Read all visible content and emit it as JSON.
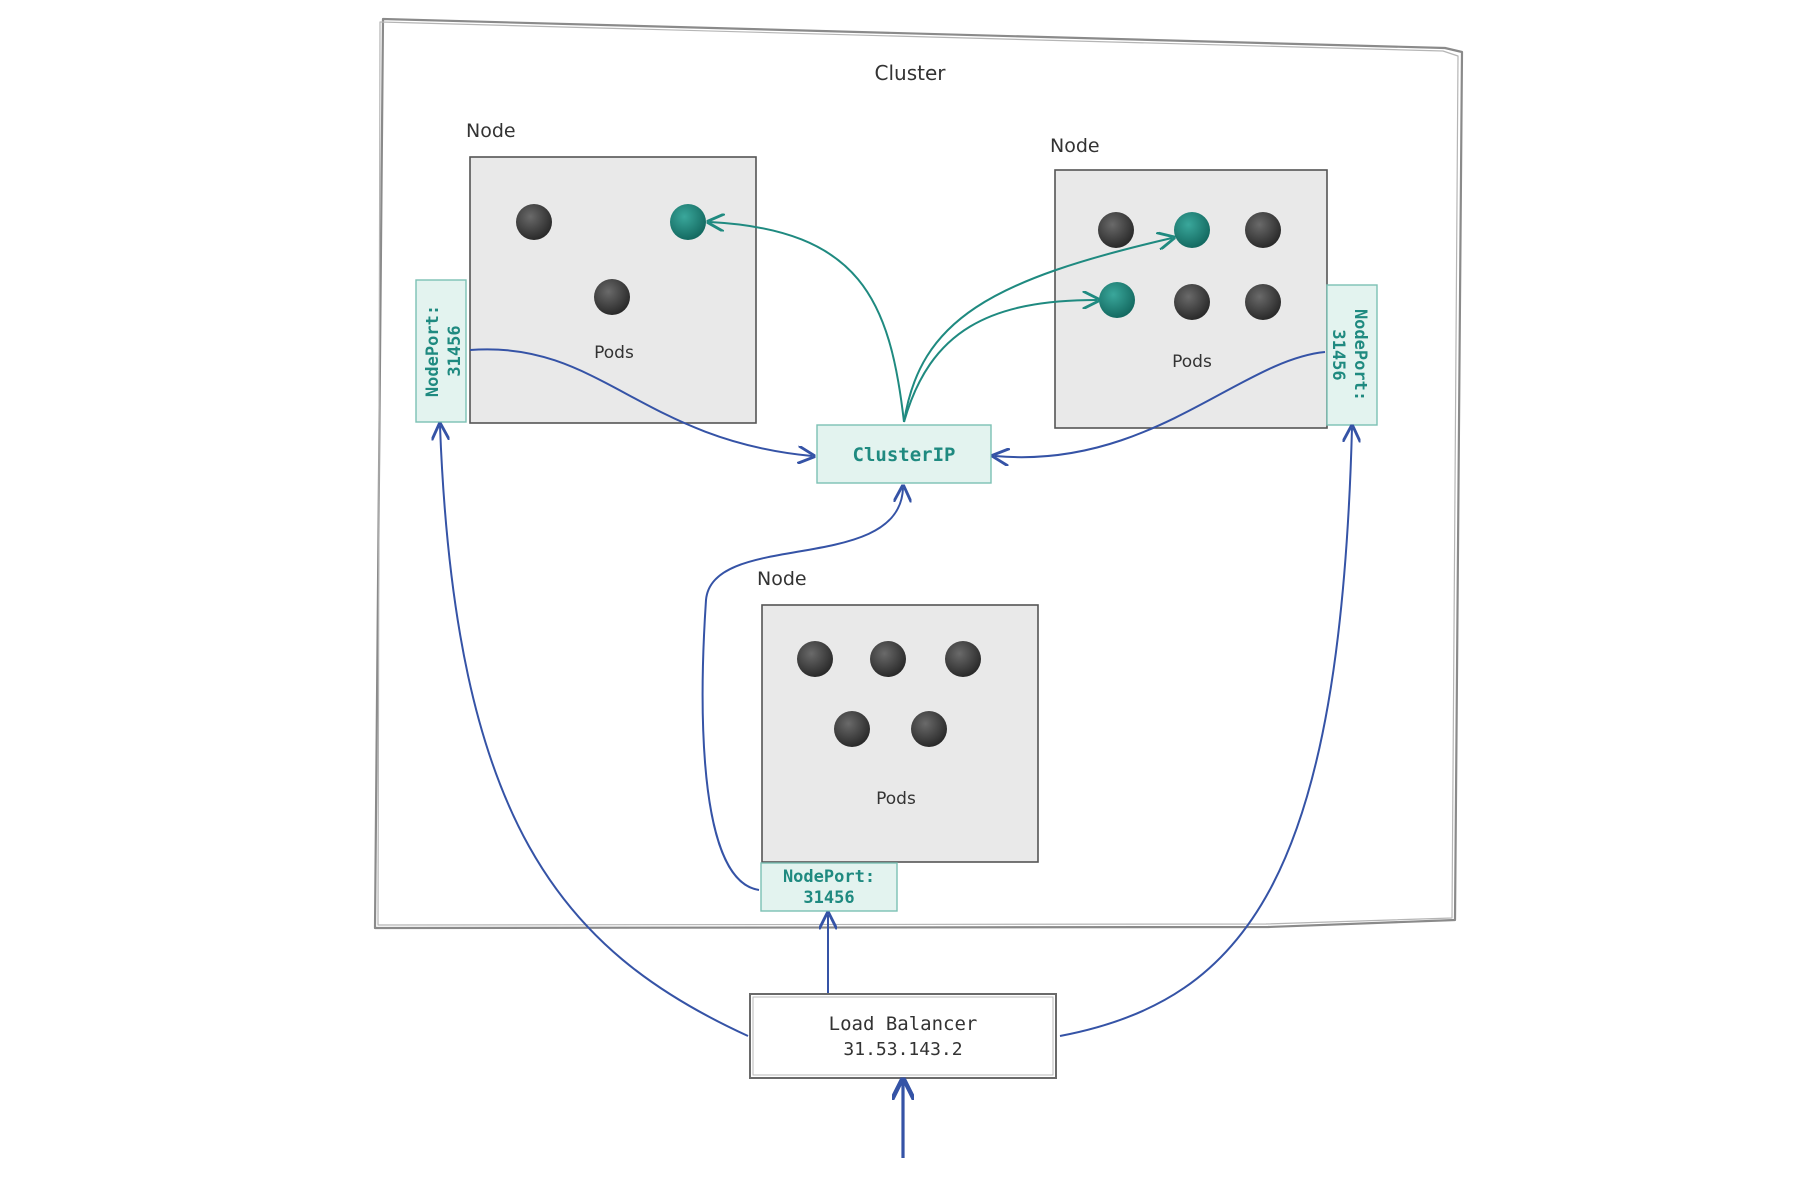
{
  "cluster": {
    "title": "Cluster"
  },
  "nodes": [
    {
      "label": "Node",
      "pods_label": "Pods",
      "pods": [
        "dark",
        "teal",
        "dark"
      ]
    },
    {
      "label": "Node",
      "pods_label": "Pods",
      "pods": [
        "dark",
        "teal",
        "dark",
        "teal",
        "dark",
        "dark"
      ]
    },
    {
      "label": "Node",
      "pods_label": "Pods",
      "pods": [
        "dark",
        "dark",
        "dark",
        "dark",
        "dark"
      ]
    }
  ],
  "nodeports": [
    {
      "line1": "NodePort:",
      "line2": "31456"
    },
    {
      "line1": "NodePort:",
      "line2": "31456"
    },
    {
      "line1": "NodePort:",
      "line2": "31456"
    }
  ],
  "clusterip": {
    "label": "ClusterIP"
  },
  "load_balancer": {
    "title": "Load Balancer",
    "ip": "31.53.143.2"
  },
  "colors": {
    "teal": "#1f8a80",
    "teal_fill": "#e3f3ef",
    "blue": "#3553a6",
    "pod_dark": "#3a3a3a",
    "node_fill": "#e9e9e9",
    "outline": "#555555"
  }
}
